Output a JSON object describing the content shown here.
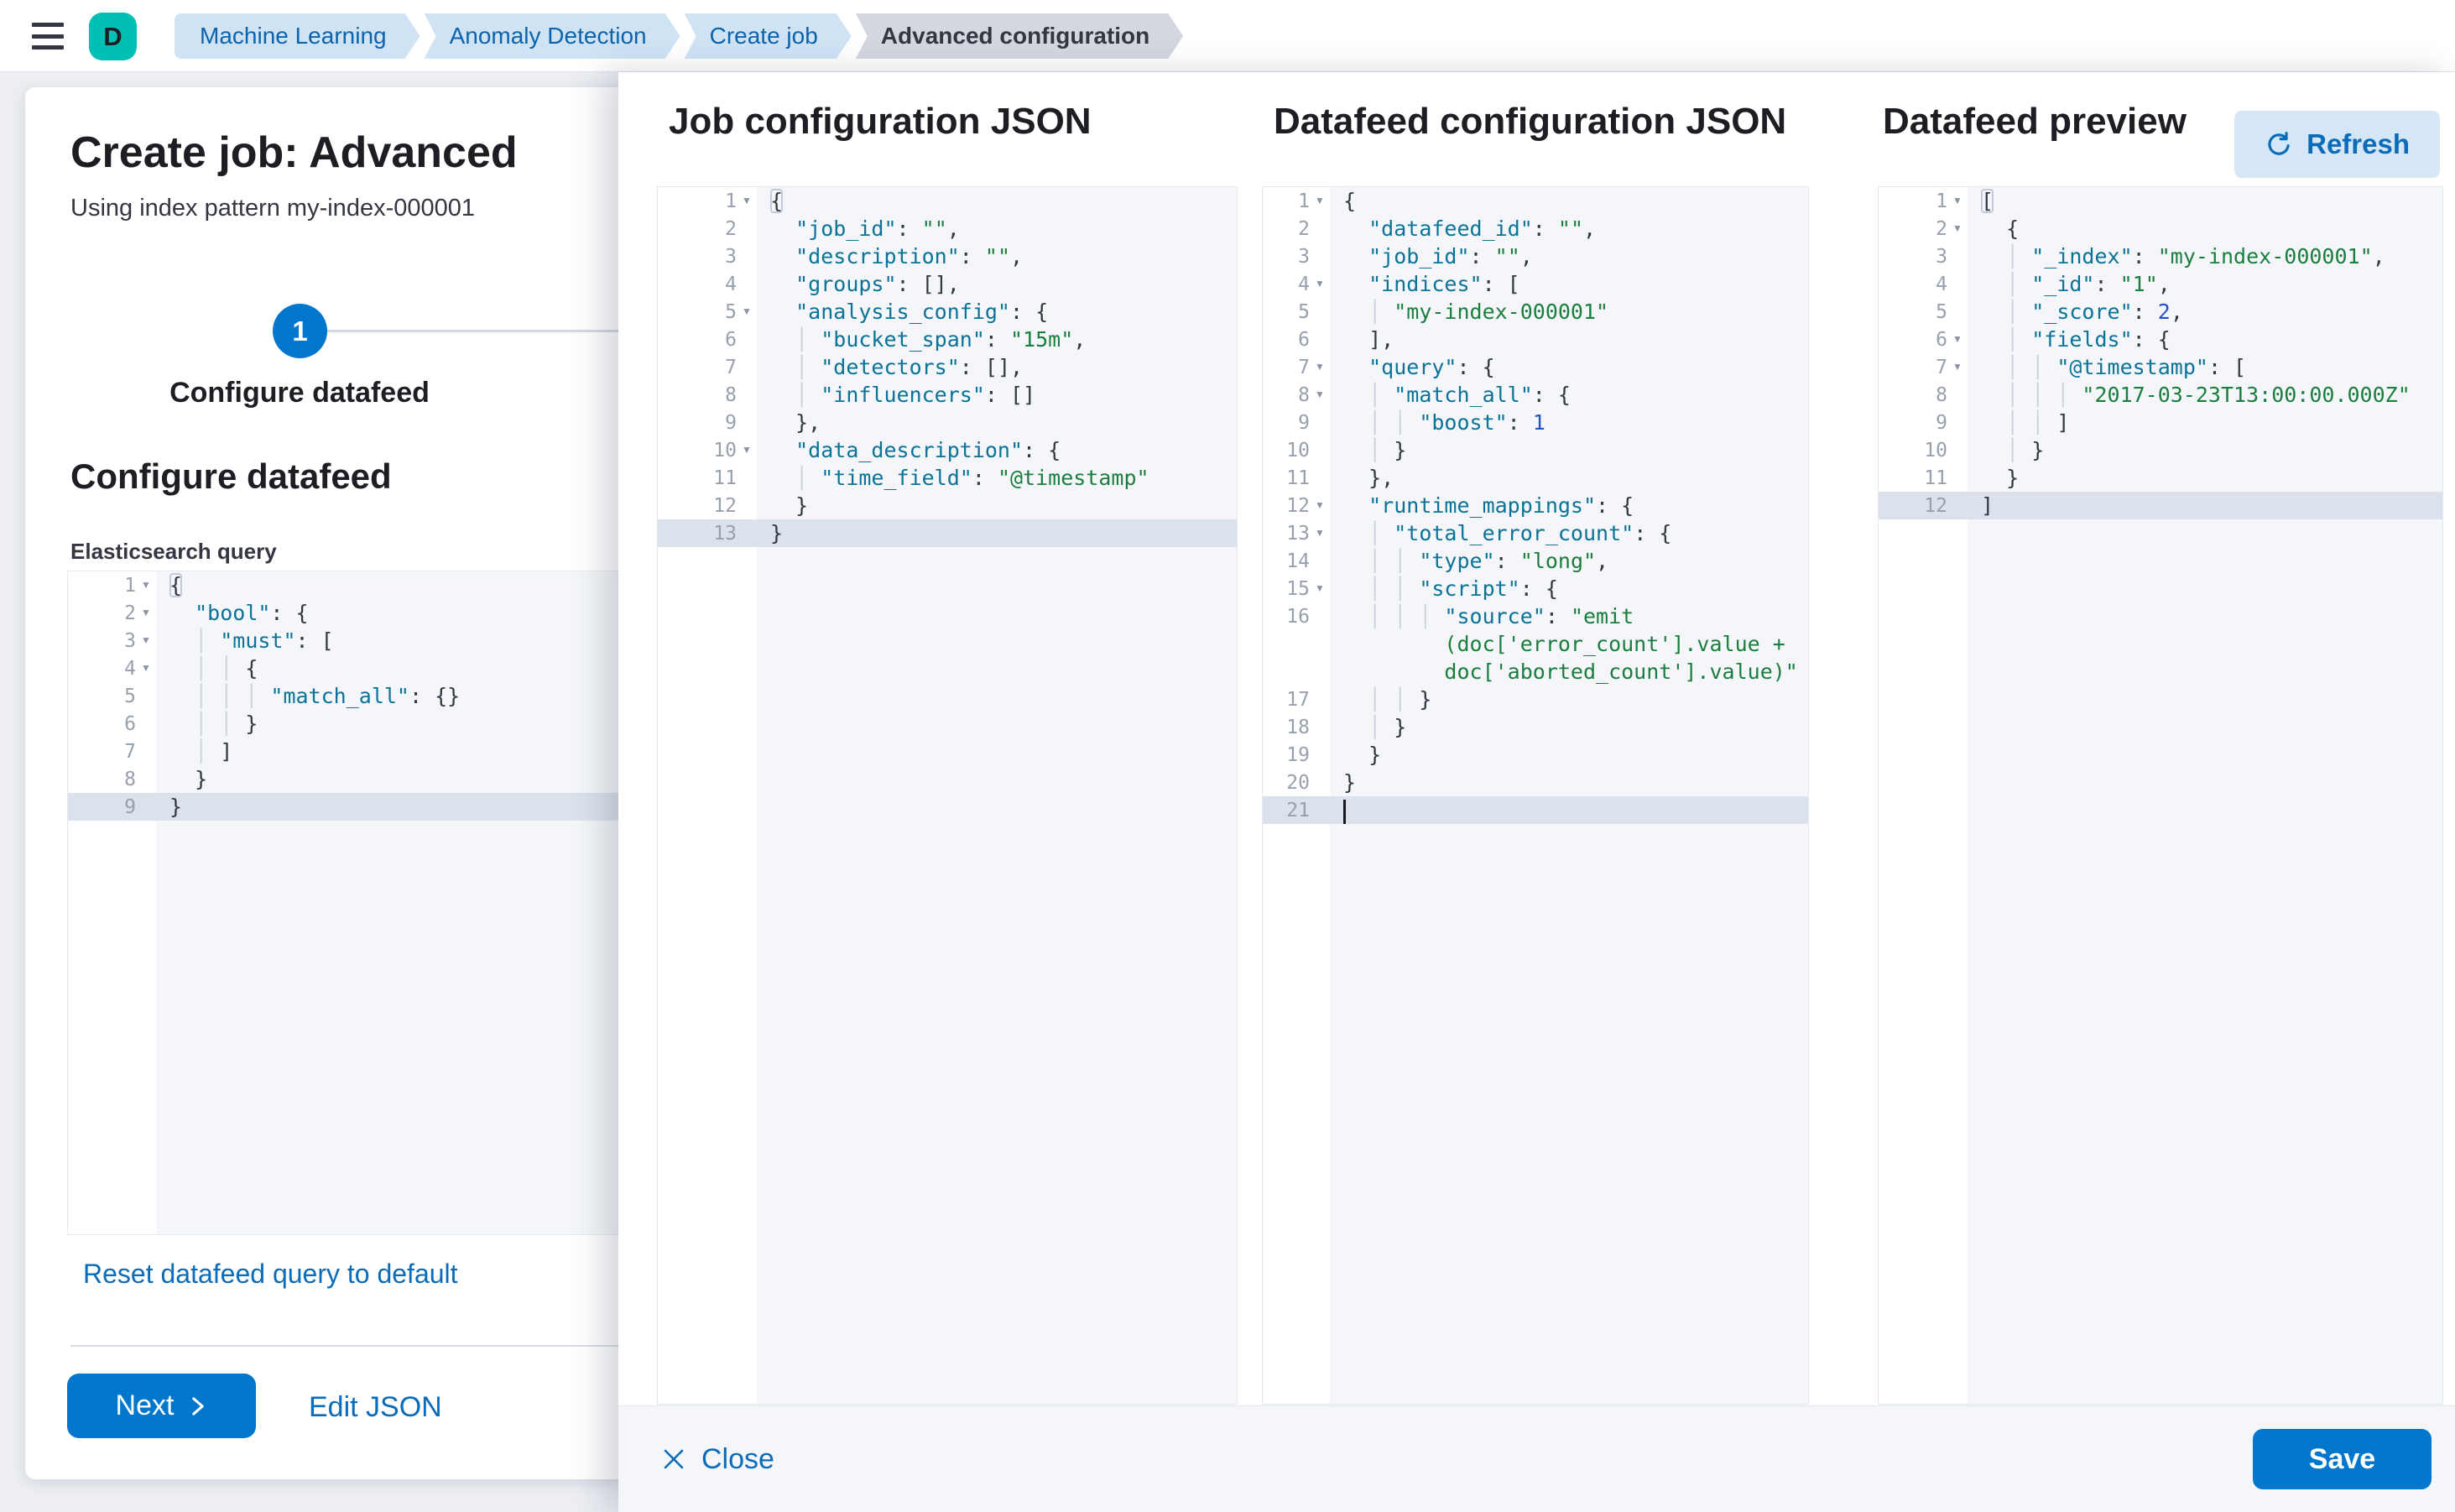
{
  "topbar": {
    "avatar_initial": "D",
    "breadcrumbs": [
      {
        "label": "Machine Learning"
      },
      {
        "label": "Anomaly Detection"
      },
      {
        "label": "Create job"
      },
      {
        "label": "Advanced configuration"
      }
    ]
  },
  "wizard": {
    "title": "Create job: Advanced",
    "subtitle": "Using index pattern my-index-000001",
    "step_number": "1",
    "step_label": "Configure datafeed",
    "section_heading": "Configure datafeed",
    "query_label": "Elasticsearch query",
    "reset_link": "Reset datafeed query to default",
    "next_label": "Next",
    "edit_json_label": "Edit JSON"
  },
  "flyout": {
    "job_panel_title": "Job configuration JSON",
    "datafeed_panel_title": "Datafeed configuration JSON",
    "preview_panel_title": "Datafeed preview",
    "refresh_label": "Refresh",
    "close_label": "Close",
    "save_label": "Save"
  },
  "colors": {
    "accent": "#0077cc",
    "link": "#0a6cb8",
    "avatar": "#00bfb3",
    "breadcrumb_blue_bg": "#cfe3f5",
    "breadcrumb_gray_bg": "#d3d7df",
    "editor_code_bg": "#f4f6f9",
    "editor_active_line": "#dce2ec",
    "token_key": "#0b7298",
    "token_string": "#1b7d3e",
    "token_number": "#2653c9"
  },
  "editors": {
    "es_query": {
      "lines": [
        {
          "n": "1",
          "f": true,
          "r": [
            [
              [
                "pb",
                "{"
              ]
            ]
          ]
        },
        {
          "n": "2",
          "f": true,
          "r": [
            [
              [
                "p",
                "  "
              ],
              [
                "k",
                "\"bool\""
              ],
              [
                "p",
                ": {"
              ]
            ]
          ]
        },
        {
          "n": "3",
          "f": true,
          "r": [
            [
              [
                "g",
                "  │ "
              ],
              [
                "k",
                "\"must\""
              ],
              [
                "p",
                ": ["
              ]
            ]
          ]
        },
        {
          "n": "4",
          "f": true,
          "r": [
            [
              [
                "g",
                "  │ │ "
              ],
              [
                "p",
                "{"
              ]
            ]
          ]
        },
        {
          "n": "5",
          "r": [
            [
              [
                "g",
                "  │ │ │ "
              ],
              [
                "k",
                "\"match_all\""
              ],
              [
                "p",
                ": {}"
              ]
            ]
          ]
        },
        {
          "n": "6",
          "r": [
            [
              [
                "g",
                "  │ │ "
              ],
              [
                "p",
                "}"
              ]
            ]
          ]
        },
        {
          "n": "7",
          "r": [
            [
              [
                "g",
                "  │ "
              ],
              [
                "p",
                "]"
              ]
            ]
          ]
        },
        {
          "n": "8",
          "r": [
            [
              [
                "p",
                "  }"
              ]
            ]
          ]
        },
        {
          "n": "9",
          "a": true,
          "r": [
            [
              [
                "p",
                "}"
              ]
            ]
          ]
        }
      ]
    },
    "job_config": {
      "lines": [
        {
          "n": "1",
          "f": true,
          "r": [
            [
              [
                "pb",
                "{"
              ]
            ]
          ]
        },
        {
          "n": "2",
          "r": [
            [
              [
                "p",
                "  "
              ],
              [
                "k",
                "\"job_id\""
              ],
              [
                "p",
                ": "
              ],
              [
                "s",
                "\"\""
              ],
              [
                "p",
                ","
              ]
            ]
          ]
        },
        {
          "n": "3",
          "r": [
            [
              [
                "p",
                "  "
              ],
              [
                "k",
                "\"description\""
              ],
              [
                "p",
                ": "
              ],
              [
                "s",
                "\"\""
              ],
              [
                "p",
                ","
              ]
            ]
          ]
        },
        {
          "n": "4",
          "r": [
            [
              [
                "p",
                "  "
              ],
              [
                "k",
                "\"groups\""
              ],
              [
                "p",
                ": [],"
              ]
            ]
          ]
        },
        {
          "n": "5",
          "f": true,
          "r": [
            [
              [
                "p",
                "  "
              ],
              [
                "k",
                "\"analysis_config\""
              ],
              [
                "p",
                ": {"
              ]
            ]
          ]
        },
        {
          "n": "6",
          "r": [
            [
              [
                "g",
                "  │ "
              ],
              [
                "k",
                "\"bucket_span\""
              ],
              [
                "p",
                ": "
              ],
              [
                "s",
                "\"15m\""
              ],
              [
                "p",
                ","
              ]
            ]
          ]
        },
        {
          "n": "7",
          "r": [
            [
              [
                "g",
                "  │ "
              ],
              [
                "k",
                "\"detectors\""
              ],
              [
                "p",
                ": [],"
              ]
            ]
          ]
        },
        {
          "n": "8",
          "r": [
            [
              [
                "g",
                "  │ "
              ],
              [
                "k",
                "\"influencers\""
              ],
              [
                "p",
                ": []"
              ]
            ]
          ]
        },
        {
          "n": "9",
          "r": [
            [
              [
                "p",
                "  },"
              ]
            ]
          ]
        },
        {
          "n": "10",
          "f": true,
          "r": [
            [
              [
                "p",
                "  "
              ],
              [
                "k",
                "\"data_description\""
              ],
              [
                "p",
                ": {"
              ]
            ]
          ]
        },
        {
          "n": "11",
          "r": [
            [
              [
                "g",
                "  │ "
              ],
              [
                "k",
                "\"time_field\""
              ],
              [
                "p",
                ": "
              ],
              [
                "s",
                "\"@timestamp\""
              ]
            ]
          ]
        },
        {
          "n": "12",
          "r": [
            [
              [
                "p",
                "  }"
              ]
            ]
          ]
        },
        {
          "n": "13",
          "a": true,
          "r": [
            [
              [
                "p",
                "}"
              ]
            ]
          ]
        }
      ]
    },
    "datafeed_config": {
      "lines": [
        {
          "n": "1",
          "f": true,
          "r": [
            [
              [
                "p",
                "{"
              ]
            ]
          ]
        },
        {
          "n": "2",
          "r": [
            [
              [
                "p",
                "  "
              ],
              [
                "k",
                "\"datafeed_id\""
              ],
              [
                "p",
                ": "
              ],
              [
                "s",
                "\"\""
              ],
              [
                "p",
                ","
              ]
            ]
          ]
        },
        {
          "n": "3",
          "r": [
            [
              [
                "p",
                "  "
              ],
              [
                "k",
                "\"job_id\""
              ],
              [
                "p",
                ": "
              ],
              [
                "s",
                "\"\""
              ],
              [
                "p",
                ","
              ]
            ]
          ]
        },
        {
          "n": "4",
          "f": true,
          "r": [
            [
              [
                "p",
                "  "
              ],
              [
                "k",
                "\"indices\""
              ],
              [
                "p",
                ": ["
              ]
            ]
          ]
        },
        {
          "n": "5",
          "r": [
            [
              [
                "g",
                "  │ "
              ],
              [
                "s",
                "\"my-index-000001\""
              ]
            ]
          ]
        },
        {
          "n": "6",
          "r": [
            [
              [
                "p",
                "  ],"
              ]
            ]
          ]
        },
        {
          "n": "7",
          "f": true,
          "r": [
            [
              [
                "p",
                "  "
              ],
              [
                "k",
                "\"query\""
              ],
              [
                "p",
                ": {"
              ]
            ]
          ]
        },
        {
          "n": "8",
          "f": true,
          "r": [
            [
              [
                "g",
                "  │ "
              ],
              [
                "k",
                "\"match_all\""
              ],
              [
                "p",
                ": {"
              ]
            ]
          ]
        },
        {
          "n": "9",
          "r": [
            [
              [
                "g",
                "  │ │ "
              ],
              [
                "k",
                "\"boost\""
              ],
              [
                "p",
                ": "
              ],
              [
                "n",
                "1"
              ]
            ]
          ]
        },
        {
          "n": "10",
          "r": [
            [
              [
                "g",
                "  │ "
              ],
              [
                "p",
                "}"
              ]
            ]
          ]
        },
        {
          "n": "11",
          "r": [
            [
              [
                "p",
                "  },"
              ]
            ]
          ]
        },
        {
          "n": "12",
          "f": true,
          "r": [
            [
              [
                "p",
                "  "
              ],
              [
                "k",
                "\"runtime_mappings\""
              ],
              [
                "p",
                ": {"
              ]
            ]
          ]
        },
        {
          "n": "13",
          "f": true,
          "r": [
            [
              [
                "g",
                "  │ "
              ],
              [
                "k",
                "\"total_error_count\""
              ],
              [
                "p",
                ": {"
              ]
            ]
          ]
        },
        {
          "n": "14",
          "r": [
            [
              [
                "g",
                "  │ │ "
              ],
              [
                "k",
                "\"type\""
              ],
              [
                "p",
                ": "
              ],
              [
                "s",
                "\"long\""
              ],
              [
                "p",
                ","
              ]
            ]
          ]
        },
        {
          "n": "15",
          "f": true,
          "r": [
            [
              [
                "g",
                "  │ │ "
              ],
              [
                "k",
                "\"script\""
              ],
              [
                "p",
                ": {"
              ]
            ]
          ]
        },
        {
          "n": "16",
          "r": [
            [
              [
                "g",
                "  │ │ │ "
              ],
              [
                "k",
                "\"source\""
              ],
              [
                "p",
                ": "
              ],
              [
                "s",
                "\"emit"
              ]
            ],
            [
              [
                "s",
                "        (doc['error_count'].value +"
              ]
            ],
            [
              [
                "s",
                "        doc['aborted_count'].value)\""
              ]
            ]
          ]
        },
        {
          "n": "17",
          "r": [
            [
              [
                "g",
                "  │ │ "
              ],
              [
                "p",
                "}"
              ]
            ]
          ]
        },
        {
          "n": "18",
          "r": [
            [
              [
                "g",
                "  │ "
              ],
              [
                "p",
                "}"
              ]
            ]
          ]
        },
        {
          "n": "19",
          "r": [
            [
              [
                "p",
                "  }"
              ]
            ]
          ]
        },
        {
          "n": "20",
          "r": [
            [
              [
                "p",
                "}"
              ]
            ]
          ]
        },
        {
          "n": "21",
          "a": true,
          "r": [
            [
              [
                "cur",
                ""
              ]
            ]
          ]
        }
      ]
    },
    "preview": {
      "lines": [
        {
          "n": "1",
          "f": true,
          "r": [
            [
              [
                "pb",
                "["
              ]
            ]
          ]
        },
        {
          "n": "2",
          "f": true,
          "r": [
            [
              [
                "p",
                "  {"
              ]
            ]
          ]
        },
        {
          "n": "3",
          "r": [
            [
              [
                "g",
                "  │ "
              ],
              [
                "k",
                "\"_index\""
              ],
              [
                "p",
                ": "
              ],
              [
                "s",
                "\"my-index-000001\""
              ],
              [
                "p",
                ","
              ]
            ]
          ]
        },
        {
          "n": "4",
          "r": [
            [
              [
                "g",
                "  │ "
              ],
              [
                "k",
                "\"_id\""
              ],
              [
                "p",
                ": "
              ],
              [
                "s",
                "\"1\""
              ],
              [
                "p",
                ","
              ]
            ]
          ]
        },
        {
          "n": "5",
          "r": [
            [
              [
                "g",
                "  │ "
              ],
              [
                "k",
                "\"_score\""
              ],
              [
                "p",
                ": "
              ],
              [
                "n",
                "2"
              ],
              [
                "p",
                ","
              ]
            ]
          ]
        },
        {
          "n": "6",
          "f": true,
          "r": [
            [
              [
                "g",
                "  │ "
              ],
              [
                "k",
                "\"fields\""
              ],
              [
                "p",
                ": {"
              ]
            ]
          ]
        },
        {
          "n": "7",
          "f": true,
          "r": [
            [
              [
                "g",
                "  │ │ "
              ],
              [
                "k",
                "\"@timestamp\""
              ],
              [
                "p",
                ": ["
              ]
            ]
          ]
        },
        {
          "n": "8",
          "r": [
            [
              [
                "g",
                "  │ │ │ "
              ],
              [
                "s",
                "\"2017-03-23T13:00:00.000Z\""
              ]
            ]
          ]
        },
        {
          "n": "9",
          "r": [
            [
              [
                "g",
                "  │ │ "
              ],
              [
                "p",
                "]"
              ]
            ]
          ]
        },
        {
          "n": "10",
          "r": [
            [
              [
                "g",
                "  │ "
              ],
              [
                "p",
                "}"
              ]
            ]
          ]
        },
        {
          "n": "11",
          "r": [
            [
              [
                "p",
                "  }"
              ]
            ]
          ]
        },
        {
          "n": "12",
          "a": true,
          "r": [
            [
              [
                "p",
                "]"
              ]
            ]
          ]
        }
      ]
    }
  }
}
